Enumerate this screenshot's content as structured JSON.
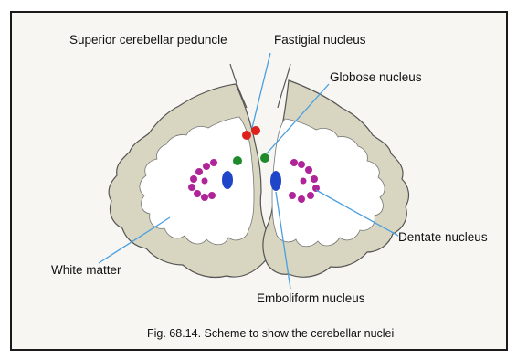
{
  "labels": {
    "superior_peduncle": "Superior cerebellar peduncle",
    "fastigial": "Fastigial nucleus",
    "globose": "Globose nucleus",
    "dentate": "Dentate nucleus",
    "white_matter": "White matter",
    "emboliform": "Emboliform nucleus"
  },
  "caption": "Fig. 68.14. Scheme to show the cerebellar nuclei",
  "colors": {
    "cortex_fill": "#d8d6c0",
    "cortex_stroke": "#555555",
    "white_matter": "#ffffff",
    "fastigial": "#e0201c",
    "globose": "#1f8a2a",
    "emboliform": "#1f46c8",
    "dentate": "#b0249a",
    "leader": "#4a9fe0"
  }
}
